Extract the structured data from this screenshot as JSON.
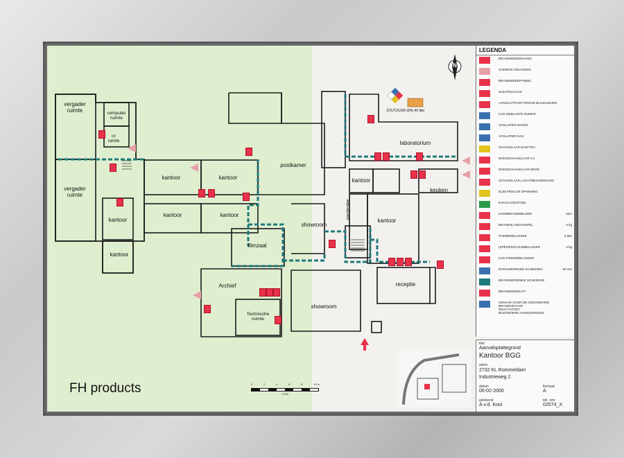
{
  "brand_text": "FH products",
  "north_label": "N",
  "rooms": {
    "vergader_top": "vergader\nruimte",
    "computer": "computer\nruimte",
    "cv": "cv\nruimte",
    "vergader_mid": "vergader\nruimte",
    "kantoor_1": "kantoor",
    "kantoor_2": "kantoor",
    "kantoor_3": "kantoor",
    "kantoor_4": "kantoor",
    "kantoor_5": "kantoor",
    "kantoor_6": "kantoor",
    "kantoor_7": "kantoor",
    "kantoor_8": "kantoor",
    "postkamer": "postkamer",
    "laboratorium": "laboratorium",
    "keuken": "keuken",
    "garderobe": "garderobe",
    "showroom_1": "showroom",
    "showroom_2": "showroom",
    "filmzaal": "filmzaal",
    "archief": "Archief",
    "technische": "Technische\nruimte",
    "receptie": "receptie",
    "zoutzuur": "ZOUTZUUR 30% 40 liter"
  },
  "legend": {
    "title": "LEGENDA",
    "rows": [
      {
        "text": "BRANDWEERINGANG",
        "value": "",
        "color": "#e8324a"
      },
      {
        "text": "OVERIGE INGANGEN",
        "value": "",
        "color": "#e8a0a8"
      },
      {
        "text": "BRANDWEERPANEEL",
        "value": "",
        "color": "#e8324a"
      },
      {
        "text": "SLEUTELKLUIS",
        "value": "",
        "color": "#e8324a"
      },
      {
        "text": "AANSLUITPUNT DROGE BLUSLEIDING",
        "value": "",
        "color": "#e8324a"
      },
      {
        "text": "CO2 GEBLUSTE RUIMTE",
        "value": "",
        "color": "#3a6fb0"
      },
      {
        "text": "AFSLUITER WATER",
        "value": "",
        "color": "#3a6fb0"
      },
      {
        "text": "AFSLUITER GAS",
        "value": "",
        "color": "#3a6fb0"
      },
      {
        "text": "SCHAKELAAR ELEKTRA",
        "value": "",
        "color": "#e2c21d"
      },
      {
        "text": "NOODSCHAKELAAR CV",
        "value": "",
        "color": "#e8324a"
      },
      {
        "text": "NOODSCHAKELAAR NEON",
        "value": "",
        "color": "#e8324a"
      },
      {
        "text": "SCHAKELAAR LUCHTBEHANDELING",
        "value": "",
        "color": "#e8324a"
      },
      {
        "text": "ELEKTRISCHE SPANNING",
        "value": "",
        "color": "#e2c21d"
      },
      {
        "text": "EVACUATIESTOEL",
        "value": "",
        "color": "#2c9a4a"
      },
      {
        "text": "HANDBRANDMELDER",
        "value": "20m",
        "color": "#e8324a"
      },
      {
        "text": "BRANDSLANGHASPEL",
        "value": "6 kg",
        "color": "#e8324a"
      },
      {
        "text": "POEDERBLUSSER",
        "value": "6 liter",
        "color": "#e8324a"
      },
      {
        "text": "(SPROEI)SCHUIMBLUSSER",
        "value": "4 kg",
        "color": "#e8324a"
      },
      {
        "text": "CO2 POEDERBLUSSER",
        "value": "",
        "color": "#e8324a"
      },
      {
        "text": "ROOKWERENDE SCHEIDING",
        "value": "60 min",
        "color": "#3a6fb0"
      },
      {
        "text": "BRANDWERENDE SCHEIDING",
        "value": "",
        "color": "#1d7a7a"
      },
      {
        "text": "BRANDWEERLIFT",
        "value": "",
        "color": "#e8324a"
      },
      {
        "text": "GEVAAR VOOR DE GEZONDHEID\nBRANDGEVAAR\nREACTIVITEIT\nBIJZONDERE AANDUIDINGEN",
        "value": "",
        "color": "#3a6fb0"
      }
    ]
  },
  "titleblock": {
    "label_titel": "titel",
    "plan_type": "Aanvalsplattegrond",
    "name": "Kantoor BGG",
    "label_adres": "adres",
    "address_city": "2732 KL Rommeldam",
    "address_street": "Industrieweg 2",
    "label_datum": "datum",
    "date": "06-02-2006",
    "label_formaat": "formaat",
    "format": "A",
    "label_getekend": "getekend",
    "drawn_by": "A.v.d. Kooi",
    "label_nummer": "tek. nmr",
    "number": "02574_X"
  },
  "scale": {
    "ticks": [
      "0",
      "2",
      "4",
      "6",
      "8",
      "10 m"
    ],
    "ratio": "1:200"
  },
  "colors": {
    "accent_red": "#e8324a",
    "wall": "#1a1a1a",
    "fire_separation": "#1d7a7a",
    "green_panel": "#dfeecf"
  }
}
